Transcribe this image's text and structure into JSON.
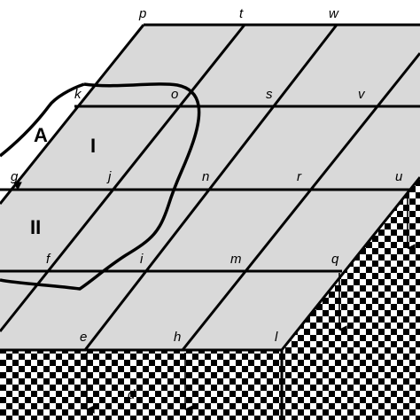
{
  "diagram": {
    "nodes": {
      "p": "p",
      "t": "t",
      "w": "w",
      "k": "k",
      "o": "o",
      "s": "s",
      "v": "v",
      "g": "g",
      "j": "j",
      "n": "n",
      "r": "r",
      "u": "u",
      "f": "f",
      "i": "i",
      "m": "m",
      "q": "q",
      "e": "e",
      "h": "h",
      "l": "l",
      "d": "d"
    },
    "regions": {
      "A": "A",
      "I": "I",
      "II": "II"
    },
    "colors": {
      "surface": "#d9d9d9",
      "lines": "#000000",
      "background": "#ffffff"
    }
  }
}
